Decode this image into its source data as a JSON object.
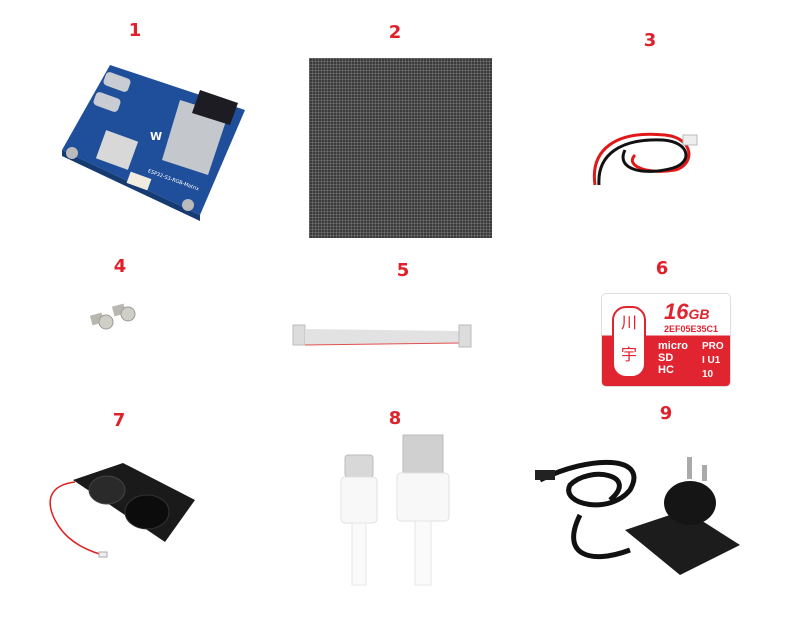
{
  "items": [
    {
      "number": "1",
      "name": "ESP32-S3 RGB Matrix driver board",
      "board_label": "ESP32-S3-RGB-Matrix"
    },
    {
      "number": "2",
      "name": "RGB LED matrix panel"
    },
    {
      "number": "3",
      "name": "Power cable (red/black)"
    },
    {
      "number": "4",
      "name": "Screws x2"
    },
    {
      "number": "5",
      "name": "Ribbon cable"
    },
    {
      "number": "6",
      "name": "MicroSD card",
      "card": {
        "brand_chars": [
          "川",
          "宇"
        ],
        "capacity": "16",
        "unit": "GB",
        "serial": "2EF05E35C1",
        "micro": "micro",
        "sd": "SD",
        "hc": "HC",
        "pro": "PRO",
        "class": "10"
      }
    },
    {
      "number": "7",
      "name": "Speaker"
    },
    {
      "number": "8",
      "name": "USB-A to USB-C cable"
    },
    {
      "number": "9",
      "name": "Power adapter"
    }
  ],
  "colors": {
    "label_red": "#e0202a",
    "pcb_blue": "#1f4f9a",
    "card_red": "#e02430"
  }
}
